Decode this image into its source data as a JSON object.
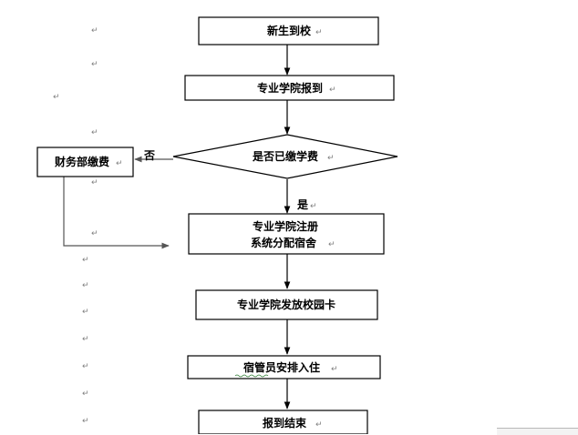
{
  "flowchart": {
    "nodes": {
      "arrival": "新生到校",
      "college_report": "专业学院报到",
      "fee_check": "是否已缴学费",
      "finance_pay": "财务部缴费",
      "register_line1": "专业学院注册",
      "register_line2": "系统分配宿舍",
      "campus_card": "专业学院发放校园卡",
      "dorm_checkin": "宿管员安排入住",
      "end": "报到结束"
    },
    "edge_labels": {
      "no": "否",
      "yes": "是"
    }
  },
  "marks": {
    "paragraph": "↵"
  }
}
